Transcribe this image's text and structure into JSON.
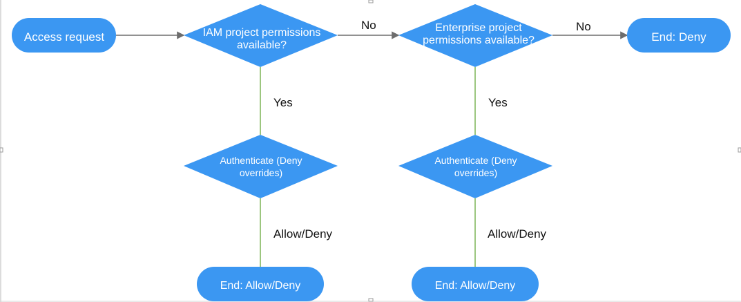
{
  "colors": {
    "node_fill": "#3b97f2",
    "connector_main": "#6d6d6d",
    "connector_branch": "#66a83a",
    "label_text": "#111111",
    "node_text": "#ffffff",
    "frame_border": "#b9b9b9"
  },
  "nodes": {
    "access_request": {
      "label": "Access request"
    },
    "iam_decision": {
      "line1": "IAM project permissions",
      "line2": "available?"
    },
    "enterprise_decision": {
      "line1": "Enterprise project",
      "line2": "permissions available?"
    },
    "end_deny": {
      "label": "End: Deny"
    },
    "auth_left": {
      "line1": "Authenticate (Deny",
      "line2": "overrides)"
    },
    "auth_right": {
      "line1": "Authenticate (Deny",
      "line2": "overrides)"
    },
    "end_allow_left": {
      "label": "End: Allow/Deny"
    },
    "end_allow_right": {
      "label": "End: Allow/Deny"
    }
  },
  "edges": {
    "iam_no": {
      "label": "No"
    },
    "enterprise_no": {
      "label": "No"
    },
    "iam_yes": {
      "label": "Yes"
    },
    "enterprise_yes": {
      "label": "Yes"
    },
    "auth_left_result": {
      "label": "Allow/Deny"
    },
    "auth_right_result": {
      "label": "Allow/Deny"
    }
  }
}
